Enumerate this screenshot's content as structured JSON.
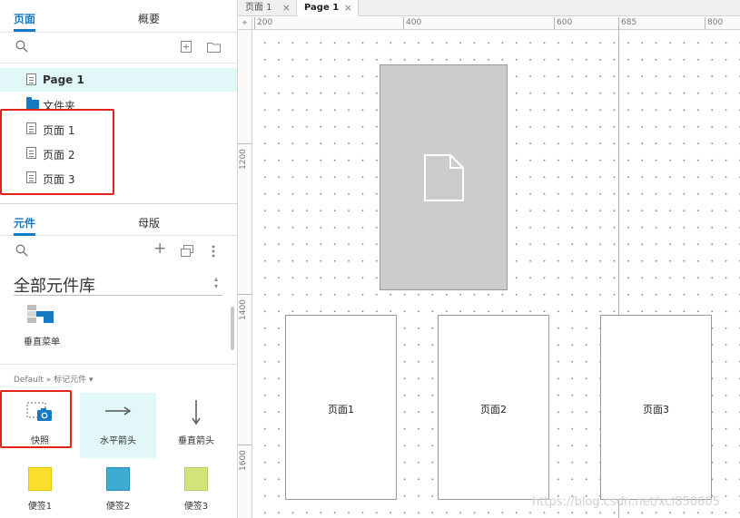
{
  "pages_panel": {
    "tabs": [
      {
        "label": "页面",
        "active": true
      },
      {
        "label": "概要",
        "active": false
      }
    ],
    "tools": {
      "search": "search-icon",
      "add_page": "add-page-icon",
      "add_folder": "add-folder-icon"
    },
    "items": [
      {
        "label": "Page 1",
        "type": "page",
        "selected": true
      },
      {
        "label": "文件夹",
        "type": "folder",
        "selected": false
      },
      {
        "label": "页面 1",
        "type": "page",
        "selected": false
      },
      {
        "label": "页面 2",
        "type": "page",
        "selected": false
      },
      {
        "label": "页面 3",
        "type": "page",
        "selected": false
      }
    ]
  },
  "widgets_panel": {
    "tabs": [
      {
        "label": "元件",
        "active": true
      },
      {
        "label": "母版",
        "active": false
      }
    ],
    "tools": {
      "search": "search-icon",
      "add": "+",
      "duplicate": "duplicate-icon",
      "more": "more-icon"
    },
    "library_name": "全部元件库",
    "library_items": [
      {
        "label": "垂直菜单",
        "icon": "vertical-menu-icon"
      }
    ],
    "group_label": "Default » 标记元件 ▾",
    "widgets": [
      {
        "label": "快照",
        "icon": "snapshot-icon",
        "highlighted": false
      },
      {
        "label": "水平箭头",
        "icon": "horizontal-arrow-icon",
        "highlighted": true
      },
      {
        "label": "垂直箭头",
        "icon": "vertical-arrow-icon",
        "highlighted": false
      },
      {
        "label": "便签1",
        "icon": "sticky-yellow-icon",
        "color": "#fde02e"
      },
      {
        "label": "便签2",
        "icon": "sticky-blue-icon",
        "color": "#3eabd2"
      },
      {
        "label": "便签3",
        "icon": "sticky-green-icon",
        "color": "#d4e27a"
      }
    ]
  },
  "editor": {
    "doc_tabs": [
      {
        "label": "页面 1",
        "close": "×",
        "active": false
      },
      {
        "label": "Page 1",
        "close": "×",
        "active": true
      }
    ],
    "ruler_corner": "⌖",
    "ruler_h_labels": [
      "200",
      "400",
      "600",
      "685",
      "800"
    ],
    "ruler_v_labels": [
      "1200",
      "1400",
      "1600"
    ],
    "canvas_frames": [
      {
        "label": "页面1"
      },
      {
        "label": "页面2"
      },
      {
        "label": "页面3"
      }
    ],
    "snapshot_icon": "document-icon"
  },
  "watermark": "https://blog.csdn.net/xcl850605",
  "colors": {
    "accent": "#1679c4",
    "highlight_bg": "#e1f7f8",
    "annotation_red": "#e2231a",
    "snapshot_fill": "#cccccc"
  }
}
